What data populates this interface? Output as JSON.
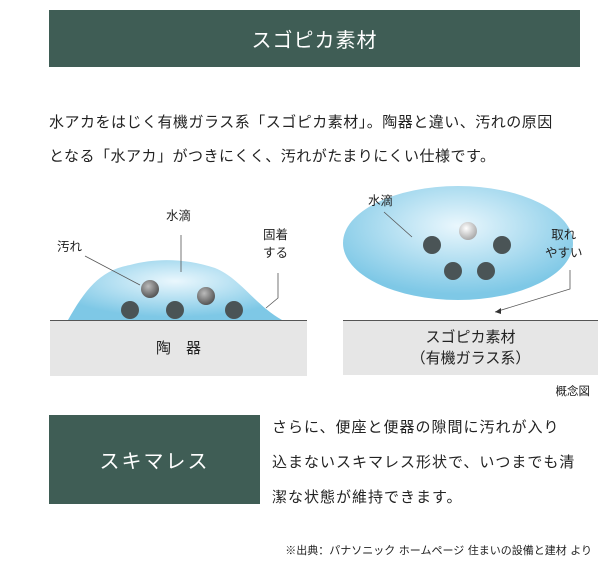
{
  "header": {
    "title": "スゴピカ素材"
  },
  "intro": {
    "line1": "水アカをはじく有機ガラス系「スゴピカ素材」。陶器と違い、汚れの原因",
    "line2": "となる「水アカ」がつきにくく、汚れがたまりにくい仕様です。"
  },
  "diagram": {
    "left": {
      "water_label": "水滴",
      "dirt_label": "汚れ",
      "stick_label_1": "固着",
      "stick_label_2": "する",
      "base_label": "陶　器"
    },
    "right": {
      "water_label": "水滴",
      "remove_label_1": "取れ",
      "remove_label_2": "やすい",
      "base_label_1": "スゴピカ素材",
      "base_label_2": "（有機ガラス系）"
    },
    "caption": "概念図",
    "colors": {
      "water": "#8fd0ea",
      "dirt": "#4a5456",
      "base": "#e6e6e6"
    }
  },
  "skimaless": {
    "title": "スキマレス",
    "line1": "さらに、便座と便器の隙間に汚れが入り",
    "line2": "込まないスキマレス形状で、いつまでも清",
    "line3": "潔な状態が維持できます。"
  },
  "source": "※出典：パナソニック ホームページ 住まいの設備と建材 より",
  "colors": {
    "accent": "#3f5d55"
  }
}
